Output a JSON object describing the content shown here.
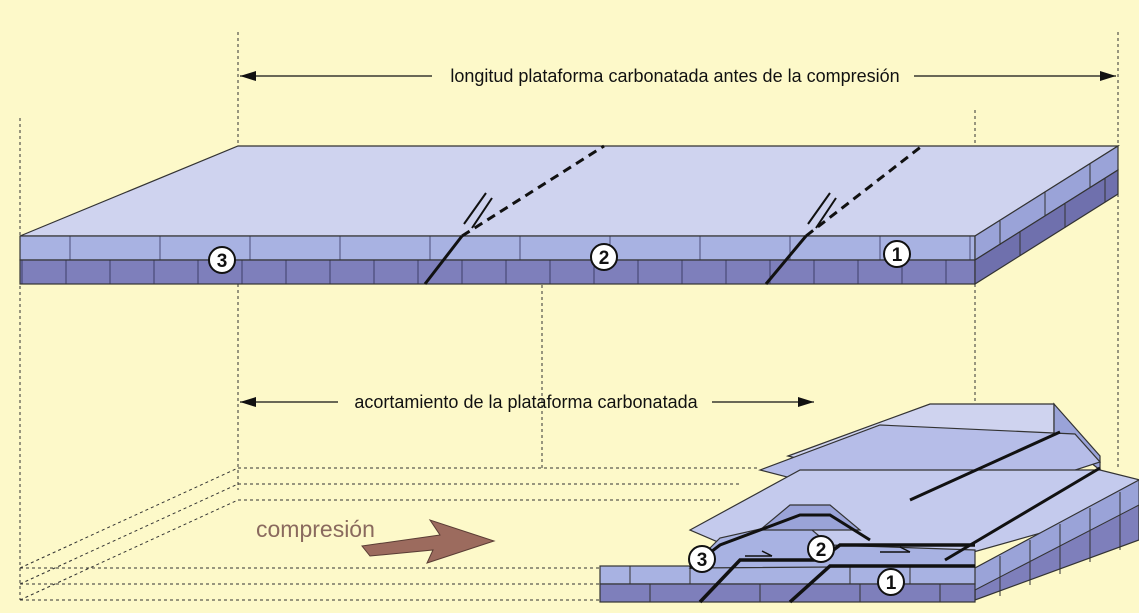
{
  "labels": {
    "top_dimension": "longitud plataforma carbonatada antes de la compresión",
    "bottom_dimension": "acortamiento de la plataforma carbonatada",
    "compression": "compresión"
  },
  "blocks": {
    "upper": [
      "3",
      "2",
      "1"
    ],
    "lower": [
      "3",
      "2",
      "1"
    ]
  },
  "colors": {
    "background": "#fdf9c9",
    "platform_top": "#cfd3ef",
    "upper_layer": "#a8b2e2",
    "lower_layer": "#7e7fbb",
    "arrow": "#9c6b5e",
    "compression_text": "#8a6a5e"
  }
}
